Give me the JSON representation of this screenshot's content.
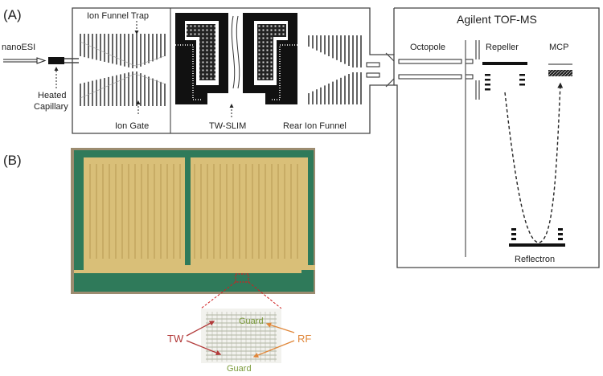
{
  "panel_a": {
    "label": "(A)",
    "source": "nanoESI",
    "capillary_line1": "Heated",
    "capillary_line2": "Capillary",
    "funnel_trap": "Ion Funnel Trap",
    "ion_gate": "Ion Gate",
    "tw_slim": "TW-SLIM",
    "rear_funnel": "Rear Ion Funnel",
    "tof_title": "Agilent TOF-MS",
    "octopole": "Octopole",
    "repeller": "Repeller",
    "mcp": "MCP",
    "reflectron": "Reflectron"
  },
  "panel_b": {
    "label": "(B)",
    "inset": {
      "tw": "TW",
      "rf": "RF",
      "guard_top": "Guard",
      "guard_bottom": "Guard"
    }
  },
  "colors": {
    "board": "#2f7a5a",
    "electrode": "#d9bf78",
    "arrow_red": "#b23a3a",
    "arrow_orange": "#e0873a",
    "guard_green": "#7a9a3a",
    "zoom_red": "#d02020"
  }
}
